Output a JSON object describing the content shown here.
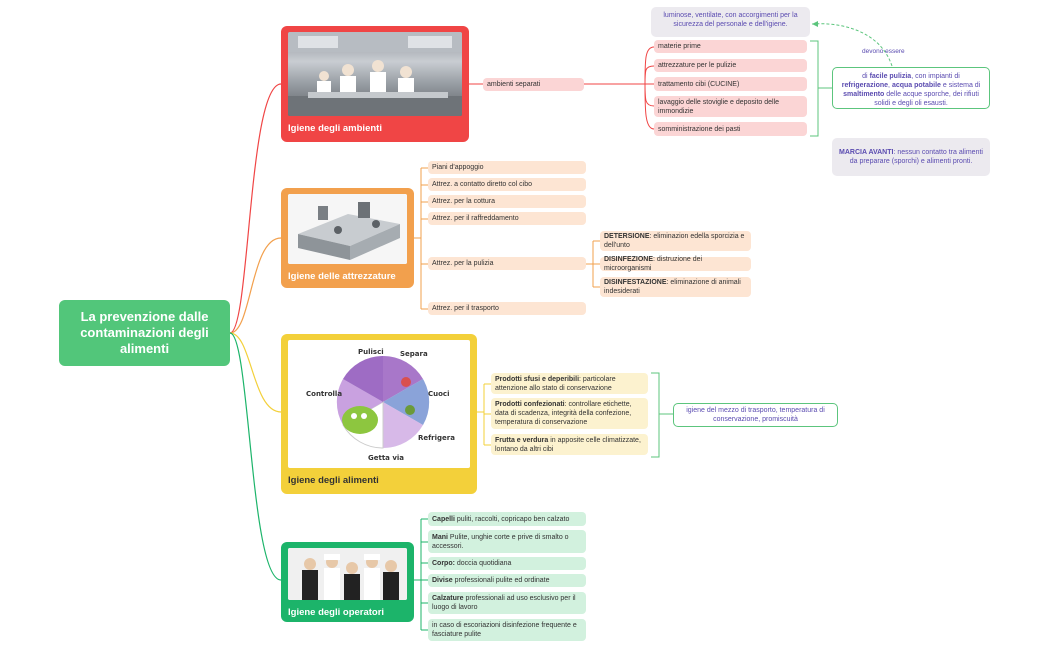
{
  "root": {
    "title": "La prevenzione dalle contaminazioni degli alimenti"
  },
  "colors": {
    "ambienti": "#f04545",
    "attrezzature": "#f2a04d",
    "alimenti": "#f3d03a",
    "operatori": "#1cb46a",
    "root": "#52c67a"
  },
  "ambienti": {
    "label": "Igiene degli ambienti",
    "mid": "ambienti separati",
    "items": [
      "materie prime",
      "attrezzature per le pulizie",
      "trattamento cibi (CUCINE)",
      "lavaggio delle stoviglie e deposito delle immondizie",
      "somministrazione dei pasti"
    ],
    "note_top": "luminose, ventilate, con accorgimenti per la sicurezza del personale e dell'igiene.",
    "devono": "devono essere",
    "note_green": {
      "p1": "di ",
      "b1": "facile pulizia",
      "p2": ", con impianti di ",
      "b2": "refrigerazione",
      "p3": ", ",
      "b3": "acqua potabile",
      "p4": " e sistema di ",
      "b4": "smaltimento",
      "p5": " delle acque sporche, dei rifiuti solidi e degli oli esausti."
    },
    "note_marcia": {
      "b": "MARCIA AVANTI",
      "t": ": nessun contatto tra alimenti da preparare (sporchi) e alimenti pronti."
    }
  },
  "attrezzature": {
    "label": "Igiene delle attrezzature",
    "items": [
      "Piani d'appoggio",
      "Attrez. a contatto diretto col cibo",
      "Attrez. per la cottura",
      "Attrez. per il raffreddamento",
      "Attrez. per la pulizia",
      "Attrez. per il trasporto"
    ],
    "pulizia": [
      {
        "b": "DETERSIONE",
        "t": ": eliminazion edella sporcizia e dell'unto"
      },
      {
        "b": "DISINFEZIONE",
        "t": ": distruzione dei microorganismi"
      },
      {
        "b": "DISINFESTAZIONE",
        "t": ": eliminazione di animali indesiderati"
      }
    ]
  },
  "alimenti": {
    "label": "Igiene degli alimenti",
    "wheel": [
      "Pulisci",
      "Separa",
      "Cuoci",
      "Refrigera",
      "Getta via",
      "Controlla"
    ],
    "items": [
      {
        "b": "Prodotti sfusi e deperibili",
        "t": ": particolare attenzione allo stato di conservazione"
      },
      {
        "b": "Prodotti confezionati",
        "t": ": controllare etichette, data di scadenza, integrità della confezione, temperatura di conservazione"
      },
      {
        "b": "Frutta e verdura",
        "t": " in apposite celle climatizzate, lontano da altri cibi"
      }
    ],
    "note": "igiene del mezzo di trasporto, temperatura di conservazione, promiscuità"
  },
  "operatori": {
    "label": "Igiene degli operatori",
    "items": [
      {
        "b": "Capelli",
        "t": " puliti, raccolti, copricapo ben calzato"
      },
      {
        "b": "Mani",
        "t": " Pulite, unghie corte e prive di smalto o accessori."
      },
      {
        "b": "Corpo:",
        "t": " doccia quotidiana"
      },
      {
        "b": "Divise",
        "t": " professionali pulite ed ordinate"
      },
      {
        "b": "Calzature",
        "t": " professionali ad uso esclusivo per il luogo di lavoro"
      },
      {
        "b": "",
        "t": "in caso di escoriazioni disinfezione frequente e fasciature pulite"
      }
    ]
  }
}
